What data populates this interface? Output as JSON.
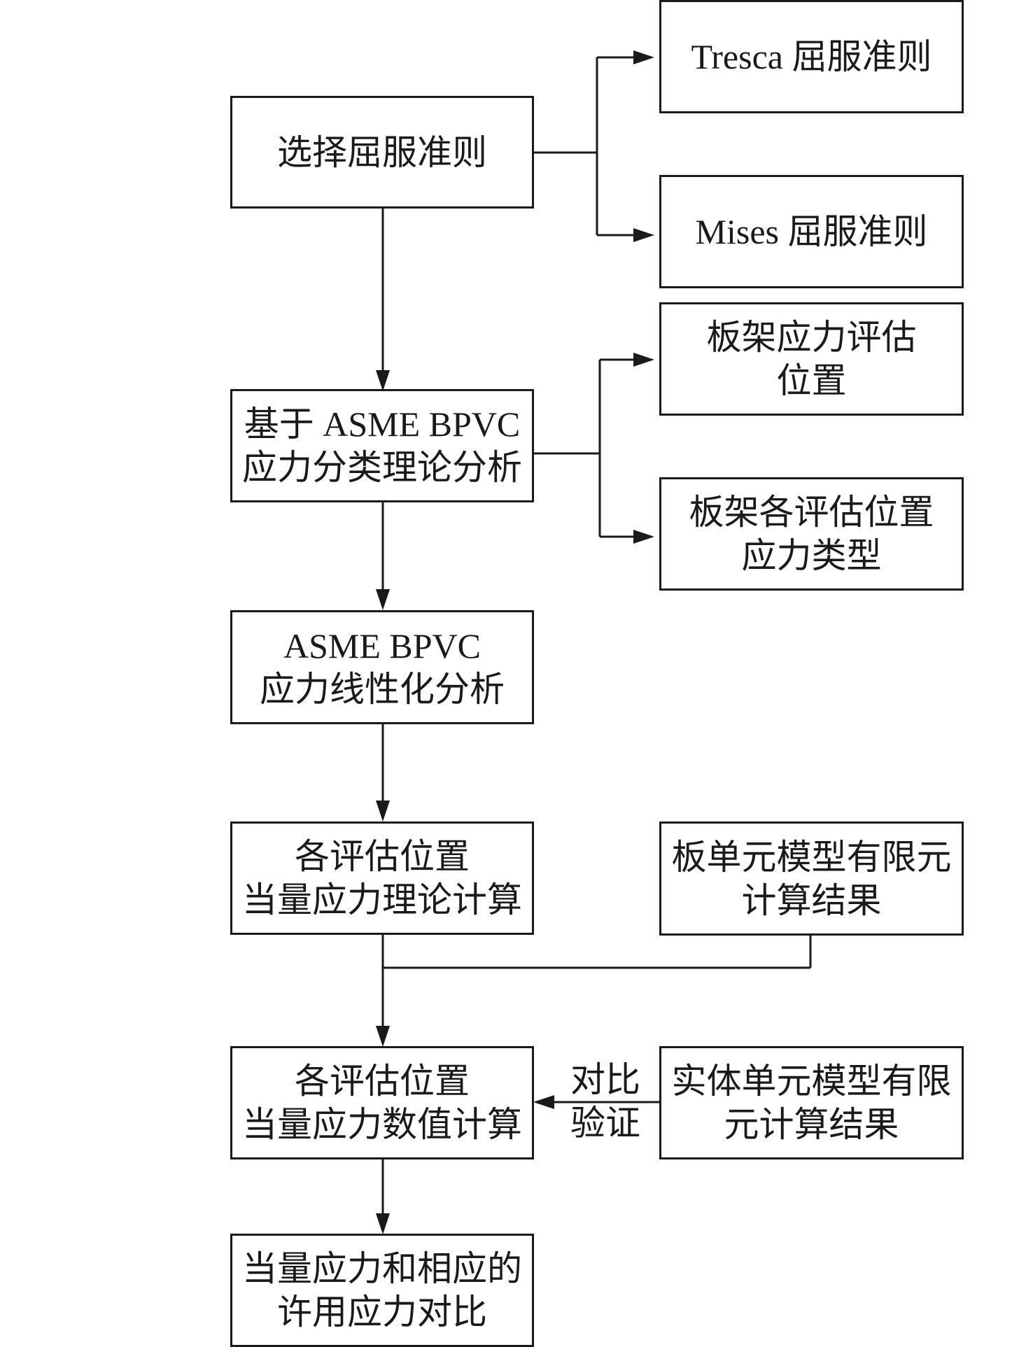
{
  "nodes": {
    "select_criterion": {
      "lines": [
        "选择屈服准则"
      ]
    },
    "tresca": {
      "lines": [
        "Tresca 屈服准则"
      ]
    },
    "mises": {
      "lines": [
        "Mises 屈服准则"
      ]
    },
    "asme_classification": {
      "lines": [
        "基于 ASME BPVC",
        "应力分类理论分析"
      ]
    },
    "eval_locations": {
      "lines": [
        "板架应力评估",
        "位置"
      ]
    },
    "stress_types": {
      "lines": [
        "板架各评估位置",
        "应力类型"
      ]
    },
    "linearization": {
      "lines": [
        "ASME BPVC",
        "应力线性化分析"
      ]
    },
    "theoretical_calc": {
      "lines": [
        "各评估位置",
        "当量应力理论计算"
      ]
    },
    "plate_fem": {
      "lines": [
        "板单元模型有限元",
        "计算结果"
      ]
    },
    "numerical_calc": {
      "lines": [
        "各评估位置",
        "当量应力数值计算"
      ]
    },
    "solid_fem": {
      "lines": [
        "实体单元模型有限",
        "元计算结果"
      ]
    },
    "allowable_compare": {
      "lines": [
        "当量应力和相应的",
        "许用应力对比"
      ]
    }
  },
  "edge_labels": {
    "verify": {
      "lines": [
        "对比",
        "验证"
      ]
    }
  }
}
